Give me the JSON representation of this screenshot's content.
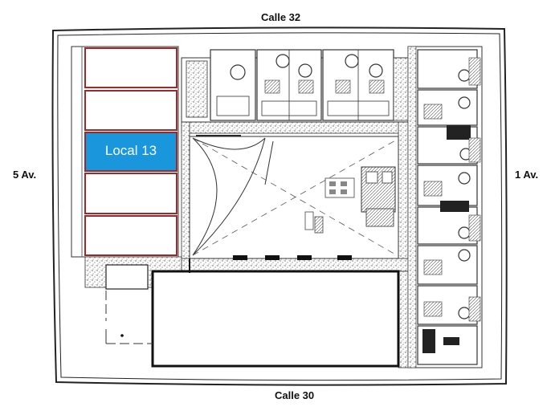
{
  "streets": {
    "north": "Calle 32",
    "south": "Calle 30",
    "west": "5 Av.",
    "east": "1 Av."
  },
  "highlighted_unit": {
    "label": "Local 13",
    "color": "#1a97dc"
  },
  "colors": {
    "outline": "#222222",
    "wall_texture": "#8a8a8a",
    "unit_border": "#9b2b2b",
    "background": "#ffffff"
  }
}
